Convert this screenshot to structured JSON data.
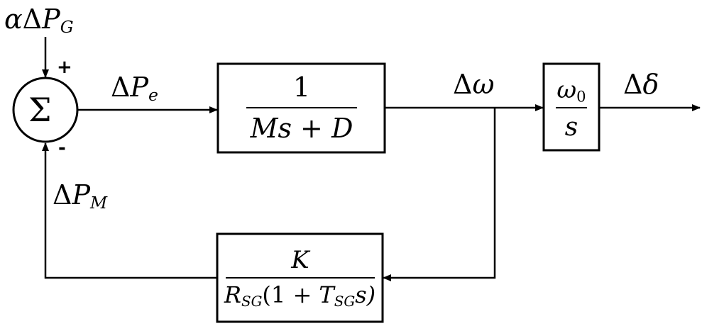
{
  "input_signal": {
    "coef": "α",
    "delta": "Δ",
    "var": "P",
    "sub": "G"
  },
  "summer": {
    "symbol": "Σ",
    "plus_sign": "+",
    "minus_sign": "-"
  },
  "error_signal": {
    "delta": "Δ",
    "var": "P",
    "sub": "e"
  },
  "forward_block": {
    "numerator": "1",
    "denominator": "Ms + D"
  },
  "speed_signal": {
    "delta": "Δ",
    "var": "ω"
  },
  "integrator_block": {
    "numerator_var": "ω",
    "numerator_sub": "0",
    "denominator": "s"
  },
  "output_signal": {
    "delta": "Δ",
    "var": "δ"
  },
  "feedback_signal": {
    "delta": "Δ",
    "var": "P",
    "sub": "M"
  },
  "feedback_block": {
    "numerator": "K",
    "den_r": "R",
    "den_r_sub": "SG",
    "den_mid": "(1 + ",
    "den_t": "T",
    "den_t_sub": "SG",
    "den_end": "s)"
  }
}
